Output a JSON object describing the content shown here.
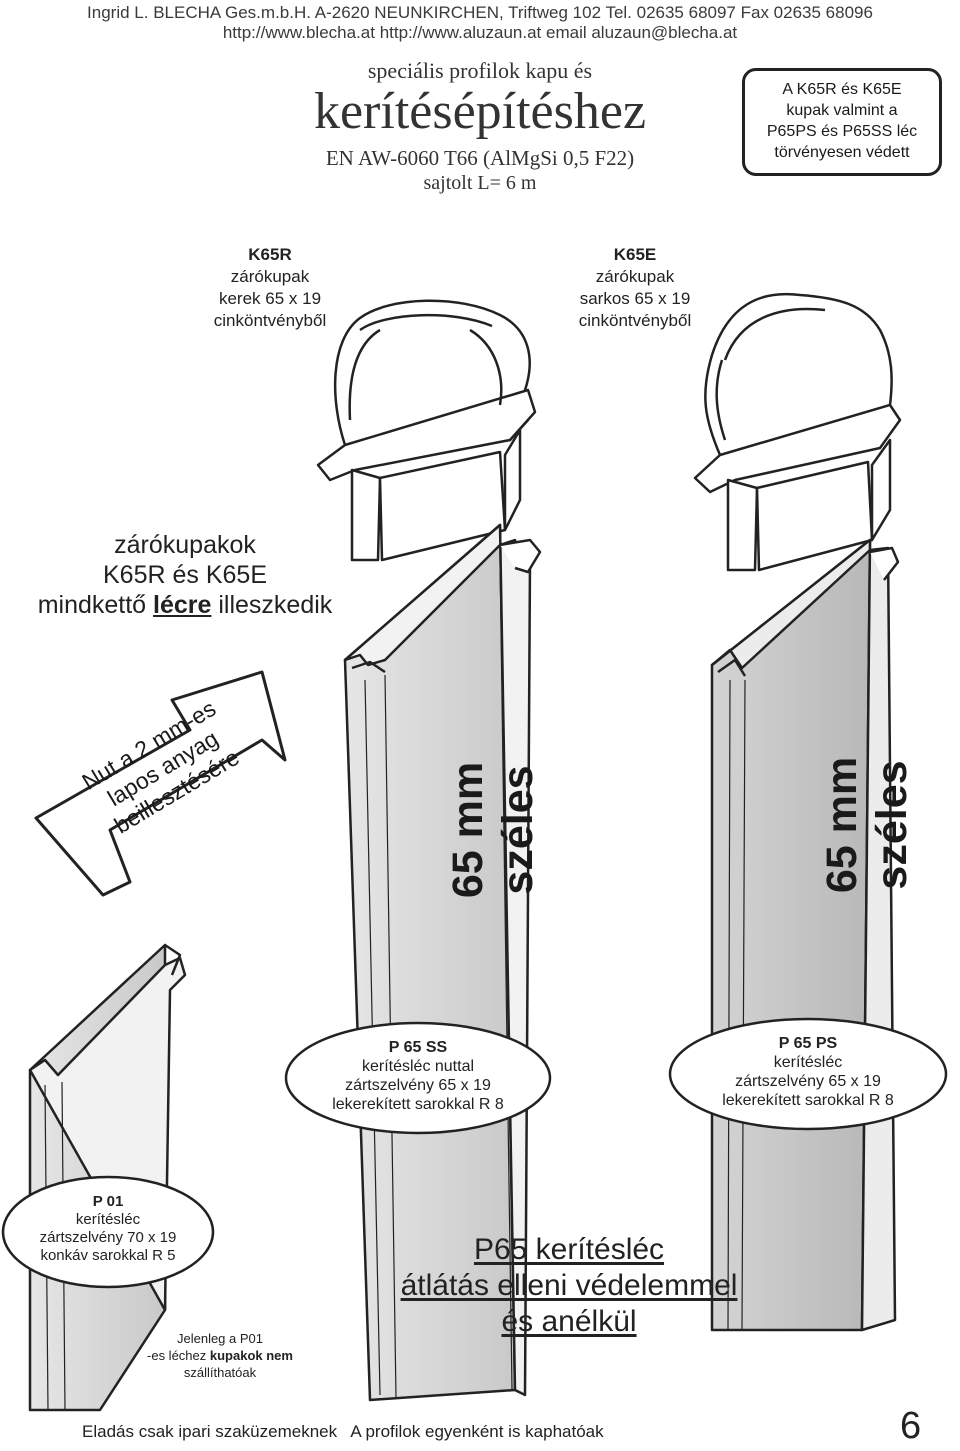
{
  "header": {
    "line1": "Ingrid L. BLECHA Ges.m.b.H.  A-2620 NEUNKIRCHEN, Triftweg 102   Tel. 02635 68097  Fax 02635 68096",
    "line2": "http://www.blecha.at   http://www.aluzaun.at   email aluzaun@blecha.at"
  },
  "title": {
    "kicker": "speciális profilok kapu és",
    "main": "kerítésépítéshez",
    "alloy": "EN AW-6060 T66 (AlMgSi 0,5 F22)",
    "length": "sajtolt  L= 6 m"
  },
  "legal_box": [
    "A K65R és K65E",
    "kupak valmint a",
    "P65PS és P65SS léc",
    "törvényesen védett"
  ],
  "caps": [
    {
      "code": "K65R",
      "lines": [
        "zárókupak",
        "kerek 65 x 19",
        "cinköntvényből"
      ]
    },
    {
      "code": "K65E",
      "lines": [
        "zárókupak",
        "sarkos 65 x 19",
        "cinköntvényből"
      ]
    }
  ],
  "fitting": {
    "line1": "zárókupakok",
    "line2": "K65R és K65E",
    "line3_pre": "mindkettő ",
    "line3_em": "lécre",
    "line3_post": " illeszkedik"
  },
  "arrow_text": [
    "Nut a 2 mm-es",
    "lapos anyag",
    "beillesztésére"
  ],
  "width_label": "65 mm széles",
  "profiles": [
    {
      "code": "P 65 SS",
      "lines": [
        "kerítésléc nuttal",
        "zártszelvény 65 x 19",
        "lekerekített sarokkal R 8"
      ]
    },
    {
      "code": "P 65 PS",
      "lines": [
        "kerítésléc",
        "zártszelvény 65 x 19",
        "lekerekített sarokkal R 8"
      ]
    },
    {
      "code": "P 01",
      "lines": [
        "kerítésléc",
        "zártszelvény 70 x 19",
        "konkáv sarokkal R 5"
      ]
    }
  ],
  "big_title": [
    "P65 kerítésléc",
    "átlátás elleni védelemmel",
    "és anélkül"
  ],
  "notice": {
    "line1": "Jelenleg a P01",
    "line2_pre": "-es léchez ",
    "line2_em": "kupakok nem",
    "line3": "szállíthatóak"
  },
  "footer": {
    "text": "Eladás csak ipari szaküzemeknek   A profilok egyenként is kaphatóak",
    "page": "6"
  }
}
